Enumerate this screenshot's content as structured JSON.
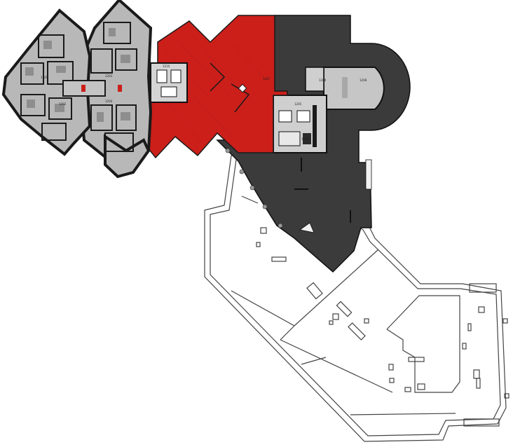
{
  "plan": {
    "colors": {
      "background": "#ffffff",
      "apartments_fill": "#b8b8b8",
      "apartments_wall": "#1a1a1a",
      "highlight_zone": "#cc1f1a",
      "terrace_dark": "#3b3b3b",
      "core_fill": "#c9c9c9",
      "outline_stroke": "#555555"
    },
    "labels": {
      "left_block_a": "1201",
      "left_block_b": "1202",
      "mid_block_a": "1203",
      "mid_block_b": "1204",
      "core_a": "1205",
      "core_b": "1206",
      "red_zone": "1207",
      "dome_a": "1208",
      "dome_b": "1209",
      "lift_hall": "1210"
    },
    "zones": [
      "left-apartment-diamond",
      "middle-apartment-diamond",
      "red-highlight-zone",
      "dark-terrace",
      "semicircular-room",
      "service-core",
      "lower-building-outline"
    ]
  }
}
